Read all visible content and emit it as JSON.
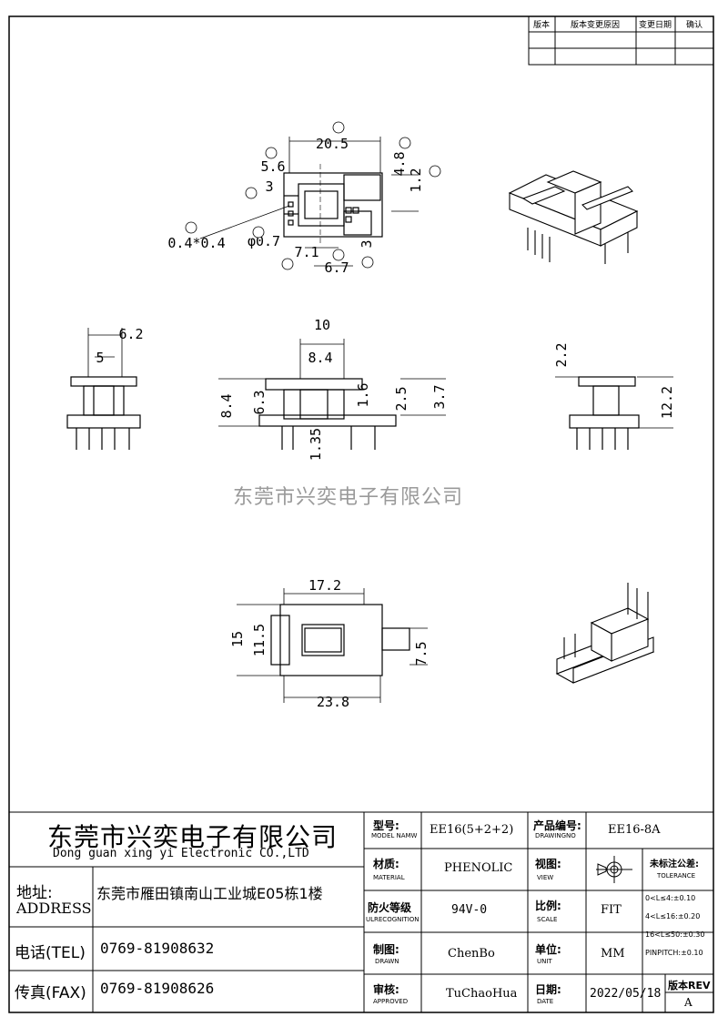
{
  "revision_table": {
    "headers": [
      "版本",
      "版本变更原因",
      "变更日期",
      "确认"
    ]
  },
  "watermark": "东莞市兴奕电子有限公司",
  "dimensions": {
    "top": {
      "A": "20.5",
      "B": "5.6",
      "F": "4.8",
      "G": "1.2",
      "C": "3",
      "D": "0.4*0.4",
      "E": "φ0.7",
      "H": "7.1",
      "I": "6.7",
      "J": "3"
    },
    "side_left": {
      "K": "6.2",
      "L": "5"
    },
    "front": {
      "O": "10",
      "P": "8.4",
      "M": "8.4",
      "N": "6.3",
      "Q": "1.6",
      "R": "2.5",
      "S": "3.7",
      "T": "1.35"
    },
    "side_right": {
      "Z": "2.2",
      "A1": "12.2"
    },
    "bottom": {
      "A": "17.2",
      "V": "15",
      "W": "11.5",
      "X": "7.5",
      "Y": "23.8"
    }
  },
  "title_block": {
    "company_cn": "东莞市兴奕电子有限公司",
    "company_en": "Dong guan xing yi Electronic CO.,LTD",
    "address_label_cn": "地址:",
    "address_label_en": "ADDRESS",
    "address_value": "东莞市雁田镇南山工业城E05栋1楼",
    "tel_label": "电话(TEL)",
    "tel_value": "0769-81908632",
    "fax_label": "传真(FAX)",
    "fax_value": "0769-81908626",
    "model_label_cn": "型号:",
    "model_label_en": "MODEL NAMW",
    "model_value": "EE16(5+2+2)",
    "drawingno_label_cn": "产品编号:",
    "drawingno_label_en": "DRAWINGNO",
    "drawingno_value": "EE16-8A",
    "material_label_cn": "材质:",
    "material_label_en": "MATERIAL",
    "material_value": "PHENOLIC",
    "view_label_cn": "视图:",
    "view_label_en": "VIEW",
    "tolerance_label_cn": "未标注公差:",
    "tolerance_label_en": "TOLERANCE",
    "tolerance_lines": [
      "0<L≤4:±0.10",
      "4<L≤16:±0.20",
      "16<L≤50:±0.30",
      "PINPITCH:±0.10"
    ],
    "flame_label_cn": "防火等级",
    "flame_label_en": "ULRECOGNITION",
    "flame_value": "94V-0",
    "scale_label_cn": "比例:",
    "scale_label_en": "SCALE",
    "scale_value": "FIT",
    "drawn_label_cn": "制图:",
    "drawn_label_en": "DRAWN",
    "drawn_value": "ChenBo",
    "unit_label_cn": "单位:",
    "unit_label_en": "UNIT",
    "unit_value": "MM",
    "approved_label_cn": "审核:",
    "approved_label_en": "APPROVED",
    "approved_value": "TuChaoHua",
    "date_label_cn": "日期:",
    "date_label_en": "DATE",
    "date_value": "2022/05/18",
    "rev_label": "版本REV",
    "rev_value": "A"
  }
}
